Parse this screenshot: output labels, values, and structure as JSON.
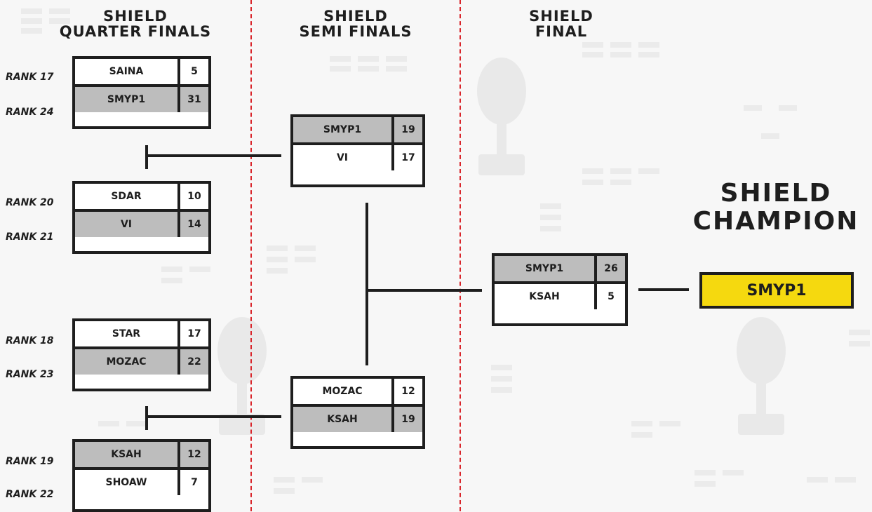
{
  "rounds": {
    "quarter": "SHIELD\nQUARTER FINALS",
    "semi": "SHIELD\nSEMI FINALS",
    "final": "SHIELD\nFINAL"
  },
  "quarter_finals": [
    {
      "top": {
        "rank": "RANK 17",
        "team": "SAINA",
        "score": "5",
        "shade": false
      },
      "bottom": {
        "rank": "RANK 24",
        "team": "SMYP1",
        "score": "31",
        "shade": true
      }
    },
    {
      "top": {
        "rank": "RANK 20",
        "team": "SDAR",
        "score": "10",
        "shade": false
      },
      "bottom": {
        "rank": "RANK 21",
        "team": "VI",
        "score": "14",
        "shade": true
      }
    },
    {
      "top": {
        "rank": "RANK 18",
        "team": "STAR",
        "score": "17",
        "shade": false
      },
      "bottom": {
        "rank": "RANK 23",
        "team": "MOZAC",
        "score": "22",
        "shade": true
      }
    },
    {
      "top": {
        "rank": "RANK 19",
        "team": "KSAH",
        "score": "12",
        "shade": true
      },
      "bottom": {
        "rank": "RANK 22",
        "team": "SHOAW",
        "score": "7",
        "shade": false
      }
    }
  ],
  "semi_finals": [
    {
      "top": {
        "team": "SMYP1",
        "score": "19",
        "shade": true
      },
      "bottom": {
        "team": "VI",
        "score": "17",
        "shade": false
      }
    },
    {
      "top": {
        "team": "MOZAC",
        "score": "12",
        "shade": false
      },
      "bottom": {
        "team": "KSAH",
        "score": "19",
        "shade": true
      }
    }
  ],
  "final": {
    "top": {
      "team": "SMYP1",
      "score": "26",
      "shade": true
    },
    "bottom": {
      "team": "KSAH",
      "score": "5",
      "shade": false
    }
  },
  "champion": {
    "title": "SHIELD\nCHAMPION",
    "team": "SMYP1",
    "color": "#f5d90f"
  },
  "colors": {
    "divider": "#d9252b",
    "shade": "#bdbdbd",
    "ink": "#1e1e1e"
  }
}
